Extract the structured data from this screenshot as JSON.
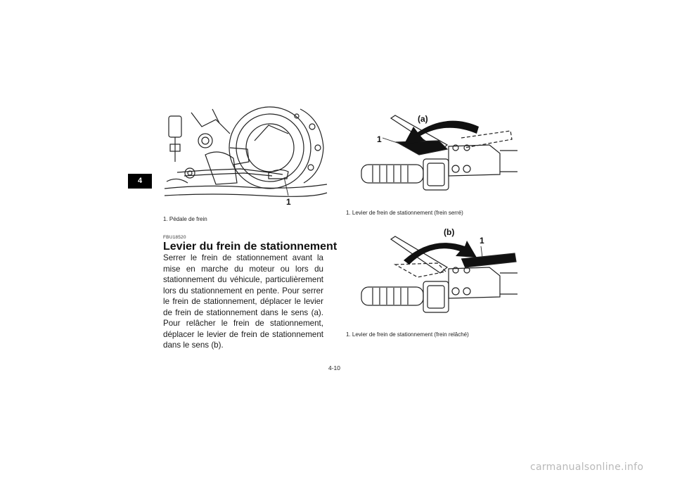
{
  "tab": {
    "chapter": "4"
  },
  "figure1": {
    "callout": "1",
    "caption": "1. Pédale de frein"
  },
  "section": {
    "code": "FBU18520",
    "title": "Levier du frein de stationnement",
    "paragraph": "Serrer le frein de stationnement avant la mise en marche du moteur ou lors du stationnement du véhicule, particulièrement lors du stationnement en pente. Pour serrer le frein de stationnement, déplacer le levier de frein de stationnement dans le sens (a). Pour relâcher le frein de stationnement, déplacer le levier de frein de stationnement dans le sens (b)."
  },
  "figure2": {
    "arrow_label": "(a)",
    "callout": "1",
    "caption": "1. Levier de frein de stationnement (frein serré)"
  },
  "figure3": {
    "arrow_label": "(b)",
    "callout": "1",
    "caption": "1. Levier de frein de stationnement (frein relâché)"
  },
  "page_number": "4-10",
  "footer": "carmanualsonline.info"
}
